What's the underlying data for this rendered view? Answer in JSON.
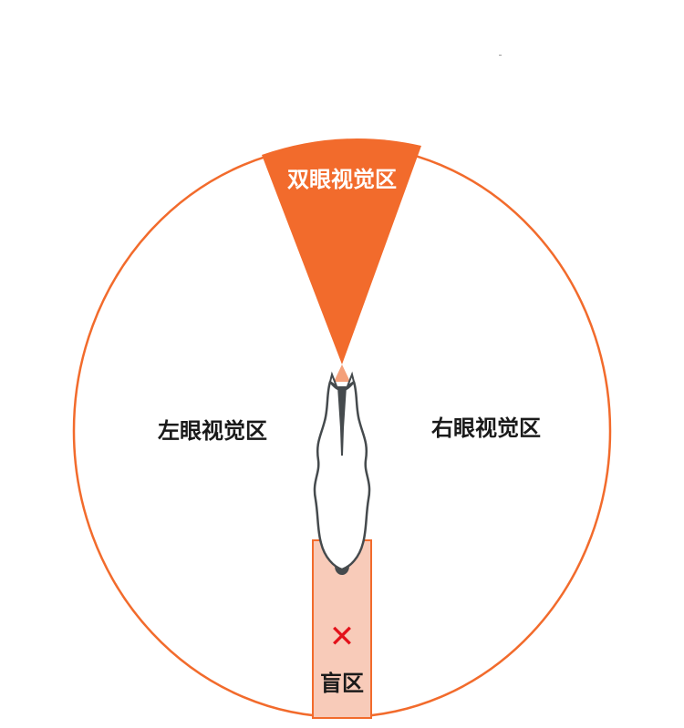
{
  "labels": {
    "binocular": "双眼视觉区",
    "left_eye": "左眼视觉区",
    "right_eye": "右眼视觉区",
    "blind_spot": "盲区",
    "blind_mark": "✕"
  },
  "colors": {
    "accent": "#F26B2C",
    "blind_fill": "#F8CBB9",
    "blind_mark": "#E3121B",
    "horse_outline": "#454A4D",
    "text_dark": "#1A1A1A",
    "text_light": "#FFFFFF"
  }
}
